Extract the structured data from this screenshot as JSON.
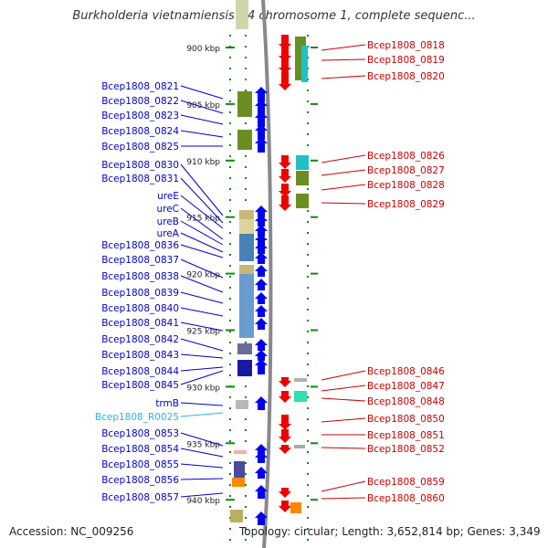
{
  "title": "Burkholderia vietnamiensis G4 chromosome 1, complete sequenc...",
  "accession": "Accession: NC_009256",
  "topology": "Topology: circular; Length: 3,652,814 bp; Genes: 3,349",
  "colors": {
    "left_label": "#0000cc",
    "left_label_rna": "#22bbdd",
    "right_label": "#cc0000",
    "plus_arrow": "#0000ee",
    "minus_arrow": "#ee0000",
    "backbone": "#888888",
    "tick": "#118811"
  },
  "ruler": [
    {
      "kbp": 900,
      "label": "900 kbp"
    },
    {
      "kbp": 905,
      "label": "905 kbp"
    },
    {
      "kbp": 910,
      "label": "910 kbp"
    },
    {
      "kbp": 915,
      "label": "915 kbp"
    },
    {
      "kbp": 920,
      "label": "920 kbp"
    },
    {
      "kbp": 925,
      "label": "925 kbp"
    },
    {
      "kbp": 930,
      "label": "930 kbp"
    },
    {
      "kbp": 935,
      "label": "935 kbp"
    },
    {
      "kbp": 940,
      "label": "940 kbp"
    }
  ],
  "left_labels": [
    {
      "text": "Bcep1808_0821"
    },
    {
      "text": "Bcep1808_0822"
    },
    {
      "text": "Bcep1808_0823"
    },
    {
      "text": "Bcep1808_0824"
    },
    {
      "text": "Bcep1808_0825"
    },
    {
      "text": "Bcep1808_0830"
    },
    {
      "text": "Bcep1808_0831"
    },
    {
      "text": "ureE"
    },
    {
      "text": "ureC"
    },
    {
      "text": "ureB"
    },
    {
      "text": "ureA"
    },
    {
      "text": "Bcep1808_0836"
    },
    {
      "text": "Bcep1808_0837"
    },
    {
      "text": "Bcep1808_0838"
    },
    {
      "text": "Bcep1808_0839"
    },
    {
      "text": "Bcep1808_0840"
    },
    {
      "text": "Bcep1808_0841"
    },
    {
      "text": "Bcep1808_0842"
    },
    {
      "text": "Bcep1808_0843"
    },
    {
      "text": "Bcep1808_0844"
    },
    {
      "text": "Bcep1808_0845"
    },
    {
      "text": "trmB"
    },
    {
      "text": "Bcep1808_R0025",
      "rna": true
    },
    {
      "text": "Bcep1808_0853"
    },
    {
      "text": "Bcep1808_0854"
    },
    {
      "text": "Bcep1808_0855"
    },
    {
      "text": "Bcep1808_0856"
    },
    {
      "text": "Bcep1808_0857"
    }
  ],
  "right_labels": [
    {
      "text": "Bcep1808_0818"
    },
    {
      "text": "Bcep1808_0819"
    },
    {
      "text": "Bcep1808_0820"
    },
    {
      "text": "Bcep1808_0826"
    },
    {
      "text": "Bcep1808_0827"
    },
    {
      "text": "Bcep1808_0828"
    },
    {
      "text": "Bcep1808_0829"
    },
    {
      "text": "Bcep1808_0846"
    },
    {
      "text": "Bcep1808_0847"
    },
    {
      "text": "Bcep1808_0848"
    },
    {
      "text": "Bcep1808_0850"
    },
    {
      "text": "Bcep1808_0851"
    },
    {
      "text": "Bcep1808_0852"
    },
    {
      "text": "Bcep1808_0859"
    },
    {
      "text": "Bcep1808_0860"
    }
  ]
}
